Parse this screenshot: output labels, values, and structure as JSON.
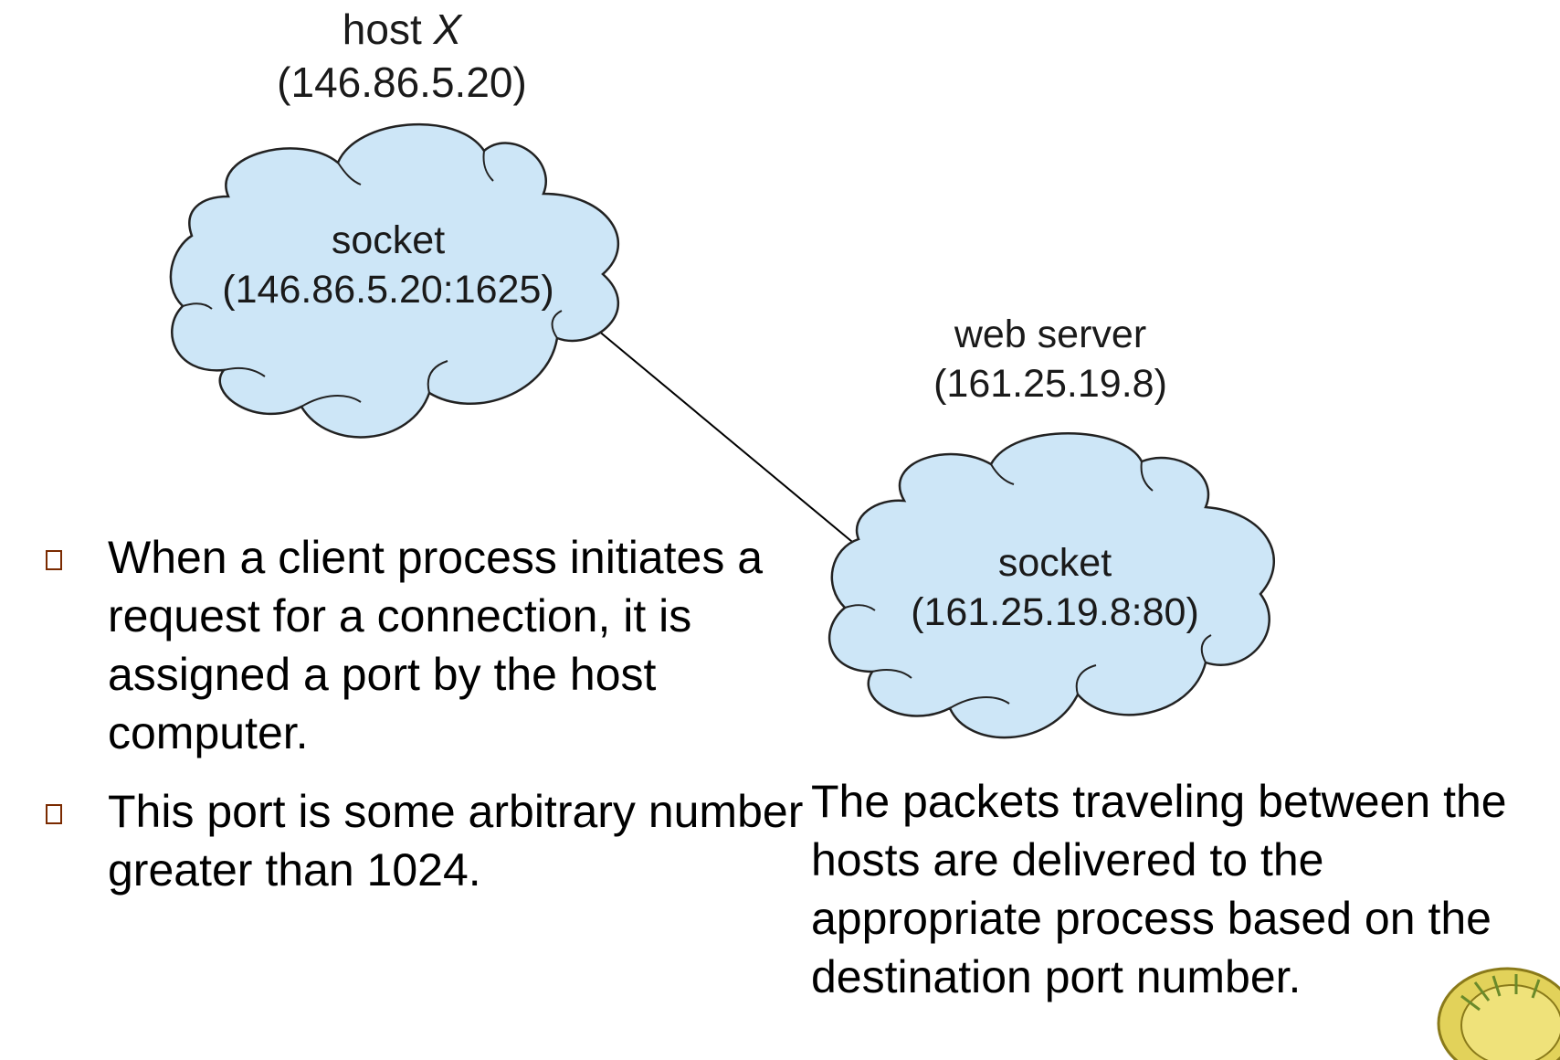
{
  "diagram": {
    "host": {
      "name_prefix": "host",
      "name_italic": "X",
      "address": "(146.86.5.20)",
      "socket_label": "socket",
      "socket_address": "(146.86.5.20:1625)"
    },
    "server": {
      "name": "web server",
      "address": "(161.25.19.8)",
      "socket_label": "socket",
      "socket_address": "(161.25.19.8:80)"
    },
    "cloud_color": "#cde6f7"
  },
  "bullets": [
    "When a client process initiates a request for a connection, it is assigned a port by the host computer.",
    "This port is some arbitrary number greater than 1024."
  ],
  "note": "The packets traveling between the hosts are delivered to the appropriate process based on the destination port number.",
  "colors": {
    "bullet_marker": "#7a2a00",
    "logo": "#e2d25a"
  }
}
